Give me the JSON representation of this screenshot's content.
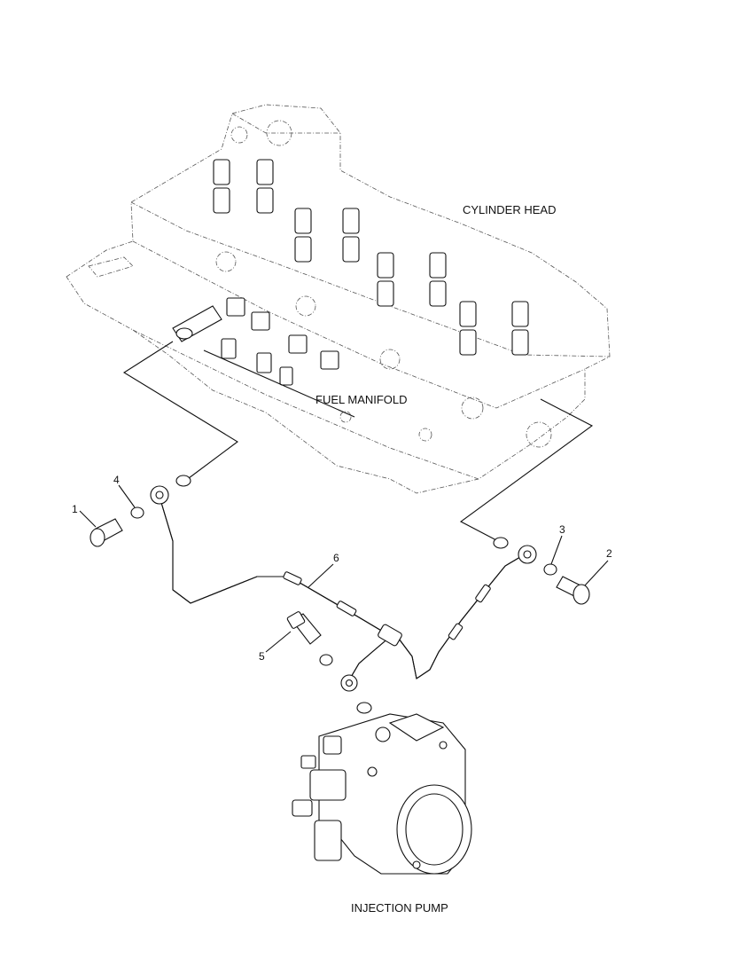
{
  "labels": {
    "cylinder_head": "CYLINDER HEAD",
    "fuel_manifold": "FUEL MANIFOLD",
    "injection_pump": "INJECTION PUMP"
  },
  "callouts": [
    "1",
    "2",
    "3",
    "4",
    "5",
    "6"
  ]
}
